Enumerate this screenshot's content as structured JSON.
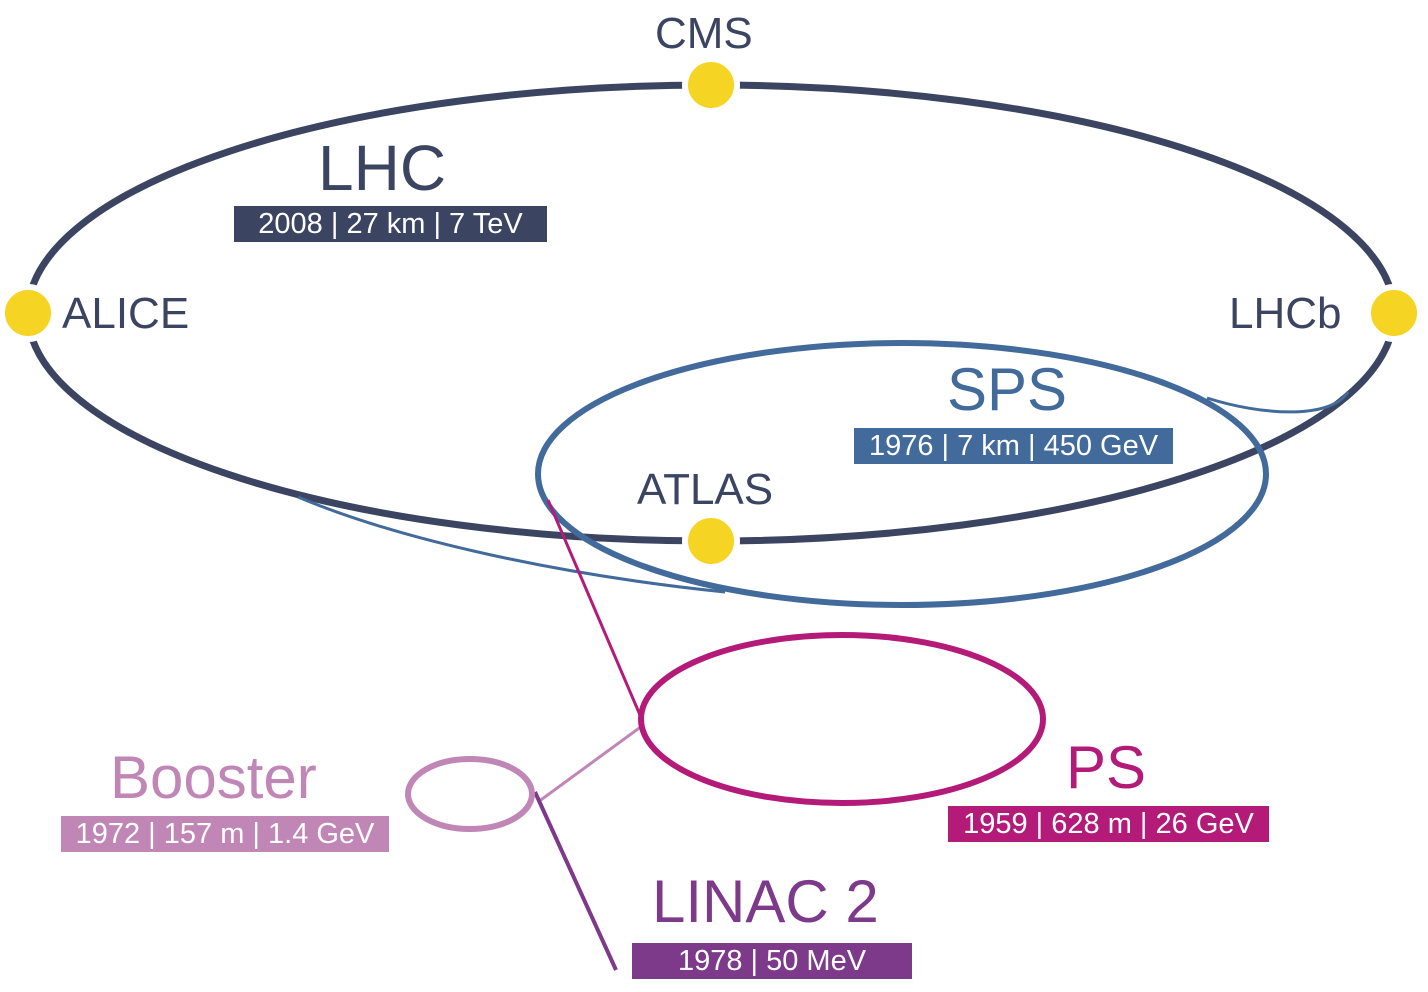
{
  "colors": {
    "lhc": "#3b4562",
    "sps": "#426b9b",
    "ps": "#b41b79",
    "booster": "#c087b6",
    "linac": "#7d3a8a",
    "experiment": "#f5d423"
  },
  "accelerators": {
    "lhc": {
      "name": "LHC",
      "stats": "2008 | 27 km | 7 TeV"
    },
    "sps": {
      "name": "SPS",
      "stats": "1976 | 7 km | 450 GeV"
    },
    "ps": {
      "name": "PS",
      "stats": "1959 | 628 m | 26 GeV"
    },
    "booster": {
      "name": "Booster",
      "stats": "1972 | 157 m | 1.4 GeV"
    },
    "linac": {
      "name": "LINAC 2",
      "stats": "1978 | 50 MeV"
    }
  },
  "experiments": {
    "cms": "CMS",
    "alice": "ALICE",
    "lhcb": "LHCb",
    "atlas": "ATLAS"
  }
}
